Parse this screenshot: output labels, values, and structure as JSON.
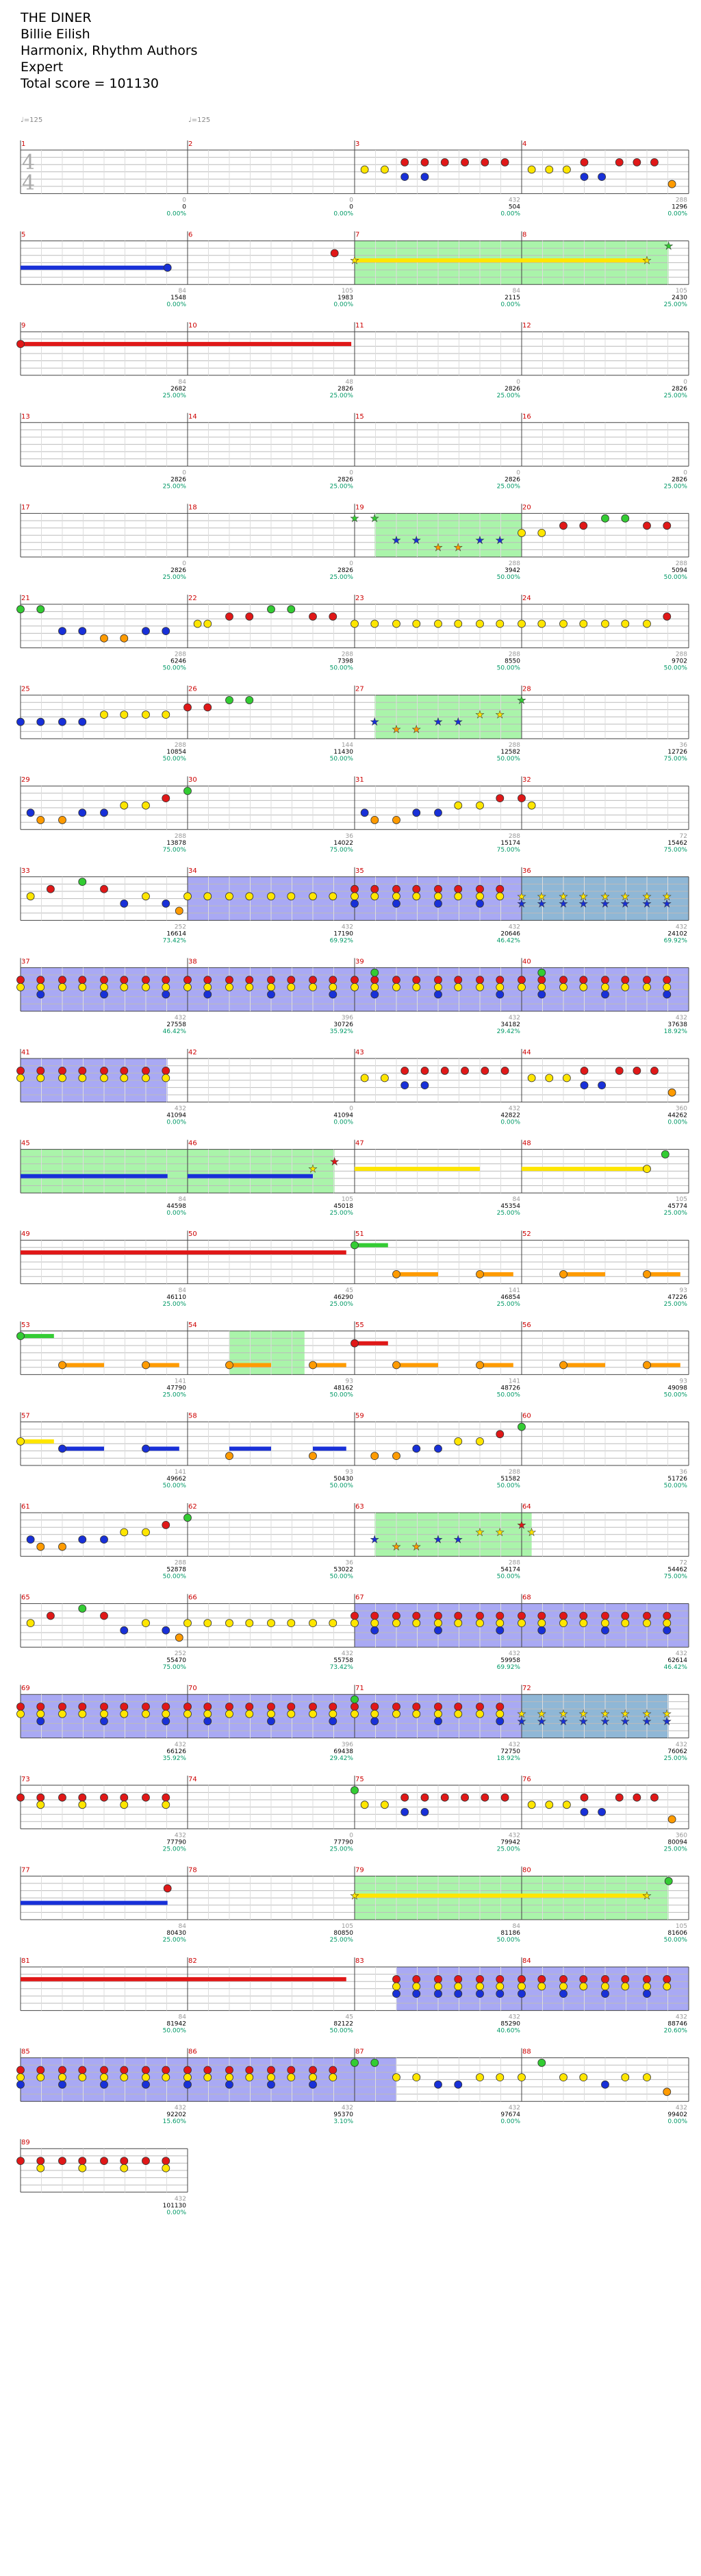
{
  "header": {
    "song": "THE DINER",
    "artist": "Billie Eilish",
    "charter": "Harmonix, Rhythm Authors",
    "difficulty": "Expert",
    "total_score": "Total score = 101130"
  },
  "tempos": [
    "♩=125",
    "♩=125"
  ],
  "time_signature": [
    "4",
    "4"
  ],
  "colors": {
    "green": "#33cc33",
    "red": "#e01818",
    "yellow": "#ffe600",
    "blue": "#1830d8",
    "orange": "#ff9b00",
    "star_power": "#8ef08e",
    "overdrive_active": "#8c8cf0",
    "measure_number": "#cc0000",
    "score_text": "#000000",
    "percent_text": "#009966",
    "note_count_text": "#999999"
  },
  "measures": [
    {
      "n": "1",
      "cnt": "0",
      "score": "0",
      "pct": "0.00%"
    },
    {
      "n": "2",
      "cnt": "0",
      "score": "0",
      "pct": "0.00%"
    },
    {
      "n": "3",
      "cnt": "432",
      "score": "504",
      "pct": "0.00%"
    },
    {
      "n": "4",
      "cnt": "288",
      "score": "1296",
      "pct": "0.00%"
    },
    {
      "n": "5",
      "cnt": "84",
      "score": "1548",
      "pct": "0.00%"
    },
    {
      "n": "6",
      "cnt": "105",
      "score": "1983",
      "pct": "0.00%"
    },
    {
      "n": "7",
      "cnt": "84",
      "score": "2115",
      "pct": "0.00%"
    },
    {
      "n": "8",
      "cnt": "105",
      "score": "2430",
      "pct": "25.00%"
    },
    {
      "n": "9",
      "cnt": "84",
      "score": "2682",
      "pct": "25.00%"
    },
    {
      "n": "10",
      "cnt": "48",
      "score": "2826",
      "pct": "25.00%"
    },
    {
      "n": "11",
      "cnt": "0",
      "score": "2826",
      "pct": "25.00%"
    },
    {
      "n": "12",
      "cnt": "0",
      "score": "2826",
      "pct": "25.00%"
    },
    {
      "n": "13",
      "cnt": "0",
      "score": "2826",
      "pct": "25.00%"
    },
    {
      "n": "14",
      "cnt": "0",
      "score": "2826",
      "pct": "25.00%"
    },
    {
      "n": "15",
      "cnt": "0",
      "score": "2826",
      "pct": "25.00%"
    },
    {
      "n": "16",
      "cnt": "0",
      "score": "2826",
      "pct": "25.00%"
    },
    {
      "n": "17",
      "cnt": "0",
      "score": "2826",
      "pct": "25.00%"
    },
    {
      "n": "18",
      "cnt": "0",
      "score": "2826",
      "pct": "25.00%"
    },
    {
      "n": "19",
      "cnt": "288",
      "score": "3942",
      "pct": "50.00%"
    },
    {
      "n": "20",
      "cnt": "288",
      "score": "5094",
      "pct": "50.00%"
    },
    {
      "n": "21",
      "cnt": "288",
      "score": "6246",
      "pct": "50.00%"
    },
    {
      "n": "22",
      "cnt": "288",
      "score": "7398",
      "pct": "50.00%"
    },
    {
      "n": "23",
      "cnt": "288",
      "score": "8550",
      "pct": "50.00%"
    },
    {
      "n": "24",
      "cnt": "288",
      "score": "9702",
      "pct": "50.00%"
    },
    {
      "n": "25",
      "cnt": "288",
      "score": "10854",
      "pct": "50.00%"
    },
    {
      "n": "26",
      "cnt": "144",
      "score": "11430",
      "pct": "50.00%"
    },
    {
      "n": "27",
      "cnt": "288",
      "score": "12582",
      "pct": "50.00%"
    },
    {
      "n": "28",
      "cnt": "36",
      "score": "12726",
      "pct": "75.00%"
    },
    {
      "n": "29",
      "cnt": "288",
      "score": "13878",
      "pct": "75.00%"
    },
    {
      "n": "30",
      "cnt": "36",
      "score": "14022",
      "pct": "75.00%"
    },
    {
      "n": "31",
      "cnt": "288",
      "score": "15174",
      "pct": "75.00%"
    },
    {
      "n": "32",
      "cnt": "72",
      "score": "15462",
      "pct": "75.00%"
    },
    {
      "n": "33",
      "cnt": "252",
      "score": "16614",
      "pct": "73.42%"
    },
    {
      "n": "34",
      "cnt": "432",
      "score": "17190",
      "pct": "69.92%"
    },
    {
      "n": "35",
      "cnt": "432",
      "score": "20646",
      "pct": "46.42%"
    },
    {
      "n": "36",
      "cnt": "432",
      "score": "24102",
      "pct": "69.92%"
    },
    {
      "n": "37",
      "cnt": "432",
      "score": "27558",
      "pct": "46.42%"
    },
    {
      "n": "38",
      "cnt": "396",
      "score": "30726",
      "pct": "35.92%"
    },
    {
      "n": "39",
      "cnt": "432",
      "score": "34182",
      "pct": "29.42%"
    },
    {
      "n": "40",
      "cnt": "432",
      "score": "37638",
      "pct": "18.92%"
    },
    {
      "n": "41",
      "cnt": "432",
      "score": "41094",
      "pct": "0.00%"
    },
    {
      "n": "42",
      "cnt": "0",
      "score": "41094",
      "pct": "0.00%"
    },
    {
      "n": "43",
      "cnt": "432",
      "score": "42822",
      "pct": "0.00%"
    },
    {
      "n": "44",
      "cnt": "360",
      "score": "44262",
      "pct": "0.00%"
    },
    {
      "n": "45",
      "cnt": "84",
      "score": "44598",
      "pct": "0.00%"
    },
    {
      "n": "46",
      "cnt": "105",
      "score": "45018",
      "pct": "25.00%"
    },
    {
      "n": "47",
      "cnt": "84",
      "score": "45354",
      "pct": "25.00%"
    },
    {
      "n": "48",
      "cnt": "105",
      "score": "45774",
      "pct": "25.00%"
    },
    {
      "n": "49",
      "cnt": "84",
      "score": "46110",
      "pct": "25.00%"
    },
    {
      "n": "50",
      "cnt": "45",
      "score": "46290",
      "pct": "25.00%"
    },
    {
      "n": "51",
      "cnt": "141",
      "score": "46854",
      "pct": "25.00%"
    },
    {
      "n": "52",
      "cnt": "93",
      "score": "47226",
      "pct": "25.00%"
    },
    {
      "n": "53",
      "cnt": "141",
      "score": "47790",
      "pct": "25.00%"
    },
    {
      "n": "54",
      "cnt": "93",
      "score": "48162",
      "pct": "50.00%"
    },
    {
      "n": "55",
      "cnt": "141",
      "score": "48726",
      "pct": "50.00%"
    },
    {
      "n": "56",
      "cnt": "93",
      "score": "49098",
      "pct": "50.00%"
    },
    {
      "n": "57",
      "cnt": "141",
      "score": "49662",
      "pct": "50.00%"
    },
    {
      "n": "58",
      "cnt": "93",
      "score": "50430",
      "pct": "50.00%"
    },
    {
      "n": "59",
      "cnt": "288",
      "score": "51582",
      "pct": "50.00%"
    },
    {
      "n": "60",
      "cnt": "36",
      "score": "51726",
      "pct": "50.00%"
    },
    {
      "n": "61",
      "cnt": "288",
      "score": "52878",
      "pct": "50.00%"
    },
    {
      "n": "62",
      "cnt": "36",
      "score": "53022",
      "pct": "50.00%"
    },
    {
      "n": "63",
      "cnt": "288",
      "score": "54174",
      "pct": "50.00%"
    },
    {
      "n": "64",
      "cnt": "72",
      "score": "54462",
      "pct": "75.00%"
    },
    {
      "n": "65",
      "cnt": "252",
      "score": "55470",
      "pct": "75.00%"
    },
    {
      "n": "66",
      "cnt": "432",
      "score": "55758",
      "pct": "73.42%"
    },
    {
      "n": "67",
      "cnt": "432",
      "score": "59958",
      "pct": "69.92%"
    },
    {
      "n": "68",
      "cnt": "432",
      "score": "62614",
      "pct": "46.42%"
    },
    {
      "n": "69",
      "cnt": "432",
      "score": "66126",
      "pct": "35.92%"
    },
    {
      "n": "70",
      "cnt": "396",
      "score": "69438",
      "pct": "29.42%"
    },
    {
      "n": "71",
      "cnt": "432",
      "score": "72750",
      "pct": "18.92%"
    },
    {
      "n": "72",
      "cnt": "432",
      "score": "76062",
      "pct": "25.00%"
    },
    {
      "n": "73",
      "cnt": "432",
      "score": "77790",
      "pct": "25.00%"
    },
    {
      "n": "74",
      "cnt": "0",
      "score": "77790",
      "pct": "25.00%"
    },
    {
      "n": "75",
      "cnt": "432",
      "score": "79942",
      "pct": "25.00%"
    },
    {
      "n": "76",
      "cnt": "360",
      "score": "80094",
      "pct": "25.00%"
    },
    {
      "n": "77",
      "cnt": "84",
      "score": "80430",
      "pct": "25.00%"
    },
    {
      "n": "78",
      "cnt": "105",
      "score": "80850",
      "pct": "25.00%"
    },
    {
      "n": "79",
      "cnt": "84",
      "score": "81186",
      "pct": "50.00%"
    },
    {
      "n": "80",
      "cnt": "105",
      "score": "81606",
      "pct": "50.00%"
    },
    {
      "n": "81",
      "cnt": "84",
      "score": "81942",
      "pct": "50.00%"
    },
    {
      "n": "82",
      "cnt": "45",
      "score": "82122",
      "pct": "50.00%"
    },
    {
      "n": "83",
      "cnt": "432",
      "score": "85290",
      "pct": "40.60%"
    },
    {
      "n": "84",
      "cnt": "432",
      "score": "88746",
      "pct": "20.60%"
    },
    {
      "n": "85",
      "cnt": "432",
      "score": "92202",
      "pct": "15.60%"
    },
    {
      "n": "86",
      "cnt": "432",
      "score": "95370",
      "pct": "3.10%"
    },
    {
      "n": "87",
      "cnt": "432",
      "score": "97674",
      "pct": "0.00%"
    },
    {
      "n": "88",
      "cnt": "432",
      "score": "99402",
      "pct": "0.00%"
    },
    {
      "n": "89",
      "cnt": "432",
      "score": "101130",
      "pct": "0.00%"
    }
  ]
}
